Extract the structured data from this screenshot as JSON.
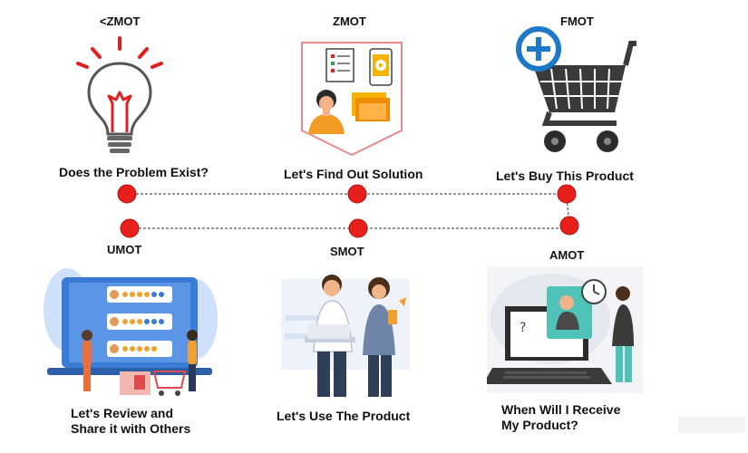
{
  "stages": [
    {
      "id": "pre-zmot",
      "name": "<ZMOT",
      "caption": "Does the Problem Exist?",
      "icon": "lightbulb-icon"
    },
    {
      "id": "zmot",
      "name": "ZMOT",
      "caption": "Let's Find Out Solution",
      "icon": "research-icon"
    },
    {
      "id": "fmot",
      "name": "FMOT",
      "caption": "Let's Buy This Product",
      "icon": "shopping-cart-icon"
    },
    {
      "id": "umot",
      "name": "UMOT",
      "caption_line1": "Let's Review and",
      "caption_line2": "Share it with Others",
      "icon": "review-icon"
    },
    {
      "id": "smot",
      "name": "SMOT",
      "caption": "Let's Use The Product",
      "icon": "using-product-icon"
    },
    {
      "id": "amot",
      "name": "AMOT",
      "caption_line1": "When Will I Receive",
      "caption_line2": "My Product?",
      "icon": "delivery-wait-icon"
    }
  ],
  "colors": {
    "node": "#e8201c",
    "node_stroke": "#b01010",
    "line": "#777777",
    "bulb_ray": "#e02020",
    "cart_plus": "#1e78c8",
    "cart_body": "#333333",
    "illustration_accent": "#3a7bd5",
    "slide_bg": "#ffffff"
  }
}
